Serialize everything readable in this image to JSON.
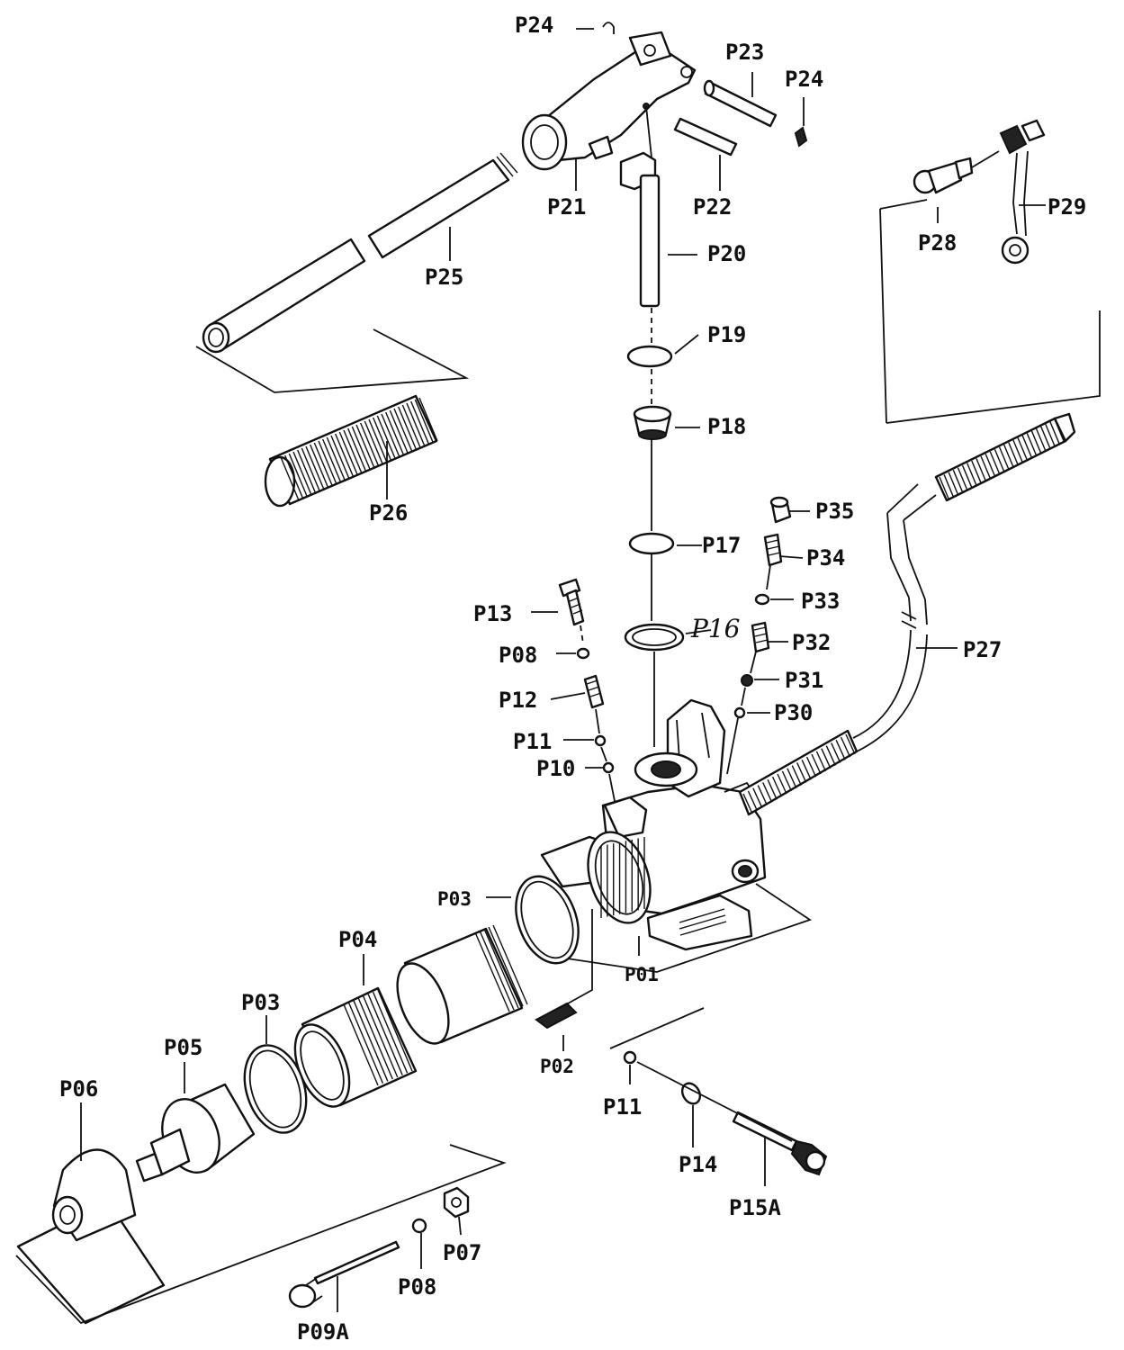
{
  "labels": {
    "P01": "P01",
    "P02": "P02",
    "P03": "P03",
    "P04": "P04",
    "P05": "P05",
    "P06": "P06",
    "P07": "P07",
    "P08": "P08",
    "P09A": "P09A",
    "P10": "P10",
    "P11": "P11",
    "P12": "P12",
    "P13": "P13",
    "P14": "P14",
    "P15A": "P15A",
    "P16": "P16",
    "P17": "P17",
    "P18": "P18",
    "P19": "P19",
    "P20": "P20",
    "P21": "P21",
    "P22": "P22",
    "P23": "P23",
    "P24": "P24",
    "P25": "P25",
    "P26": "P26",
    "P27": "P27",
    "P28": "P28",
    "P29": "P29",
    "P30": "P30",
    "P31": "P31",
    "P32": "P32",
    "P33": "P33",
    "P34": "P34",
    "P35": "P35"
  },
  "colors": {
    "ink": "#111111",
    "paper": "#ffffff"
  }
}
